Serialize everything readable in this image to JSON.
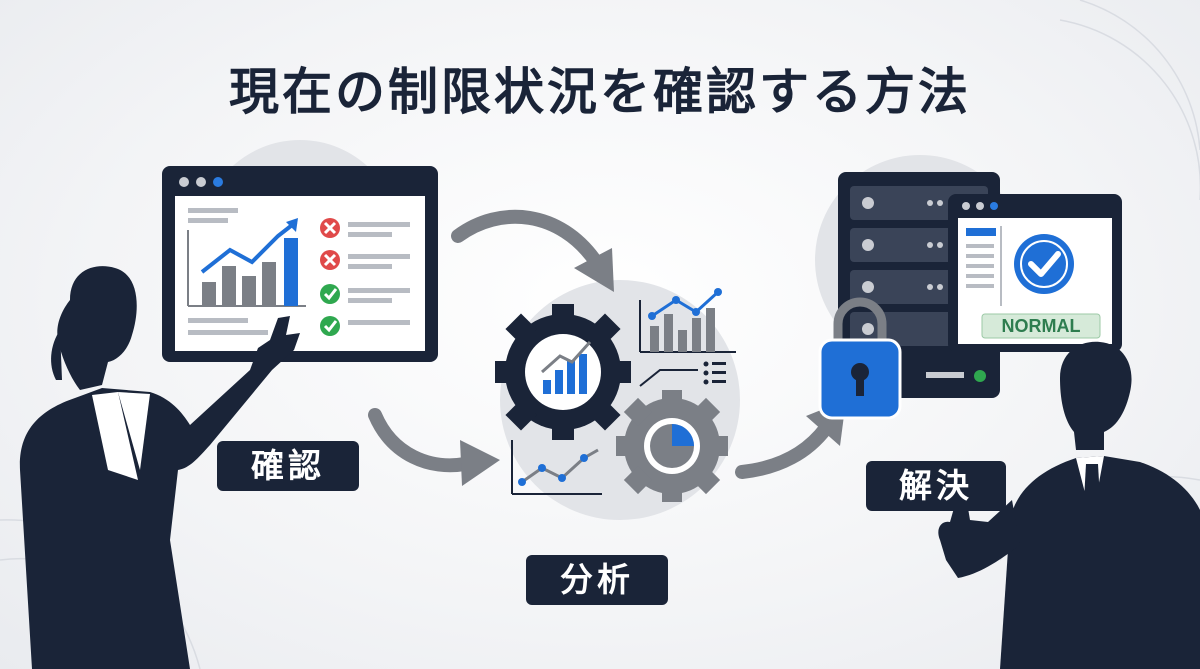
{
  "title": "現在の制限状況を確認する方法",
  "steps": [
    {
      "label": "確認"
    },
    {
      "label": "分析"
    },
    {
      "label": "解決"
    }
  ],
  "status_badge": "NORMAL",
  "colors": {
    "navy": "#1a2438",
    "accent_blue": "#1f6fd6",
    "gray": "#7b7f86",
    "error_red": "#e04a4a",
    "ok_green": "#2fa84f",
    "status_green": "#2e7d4f"
  },
  "icons": [
    "browser-window-icon",
    "bar-chart-icon",
    "error-x-icon",
    "check-icon",
    "gear-icon",
    "pie-chart-icon",
    "line-chart-icon",
    "server-icon",
    "padlock-icon",
    "check-circle-icon",
    "arrow-icon",
    "person-pointing-icon",
    "person-thumbs-up-icon"
  ]
}
